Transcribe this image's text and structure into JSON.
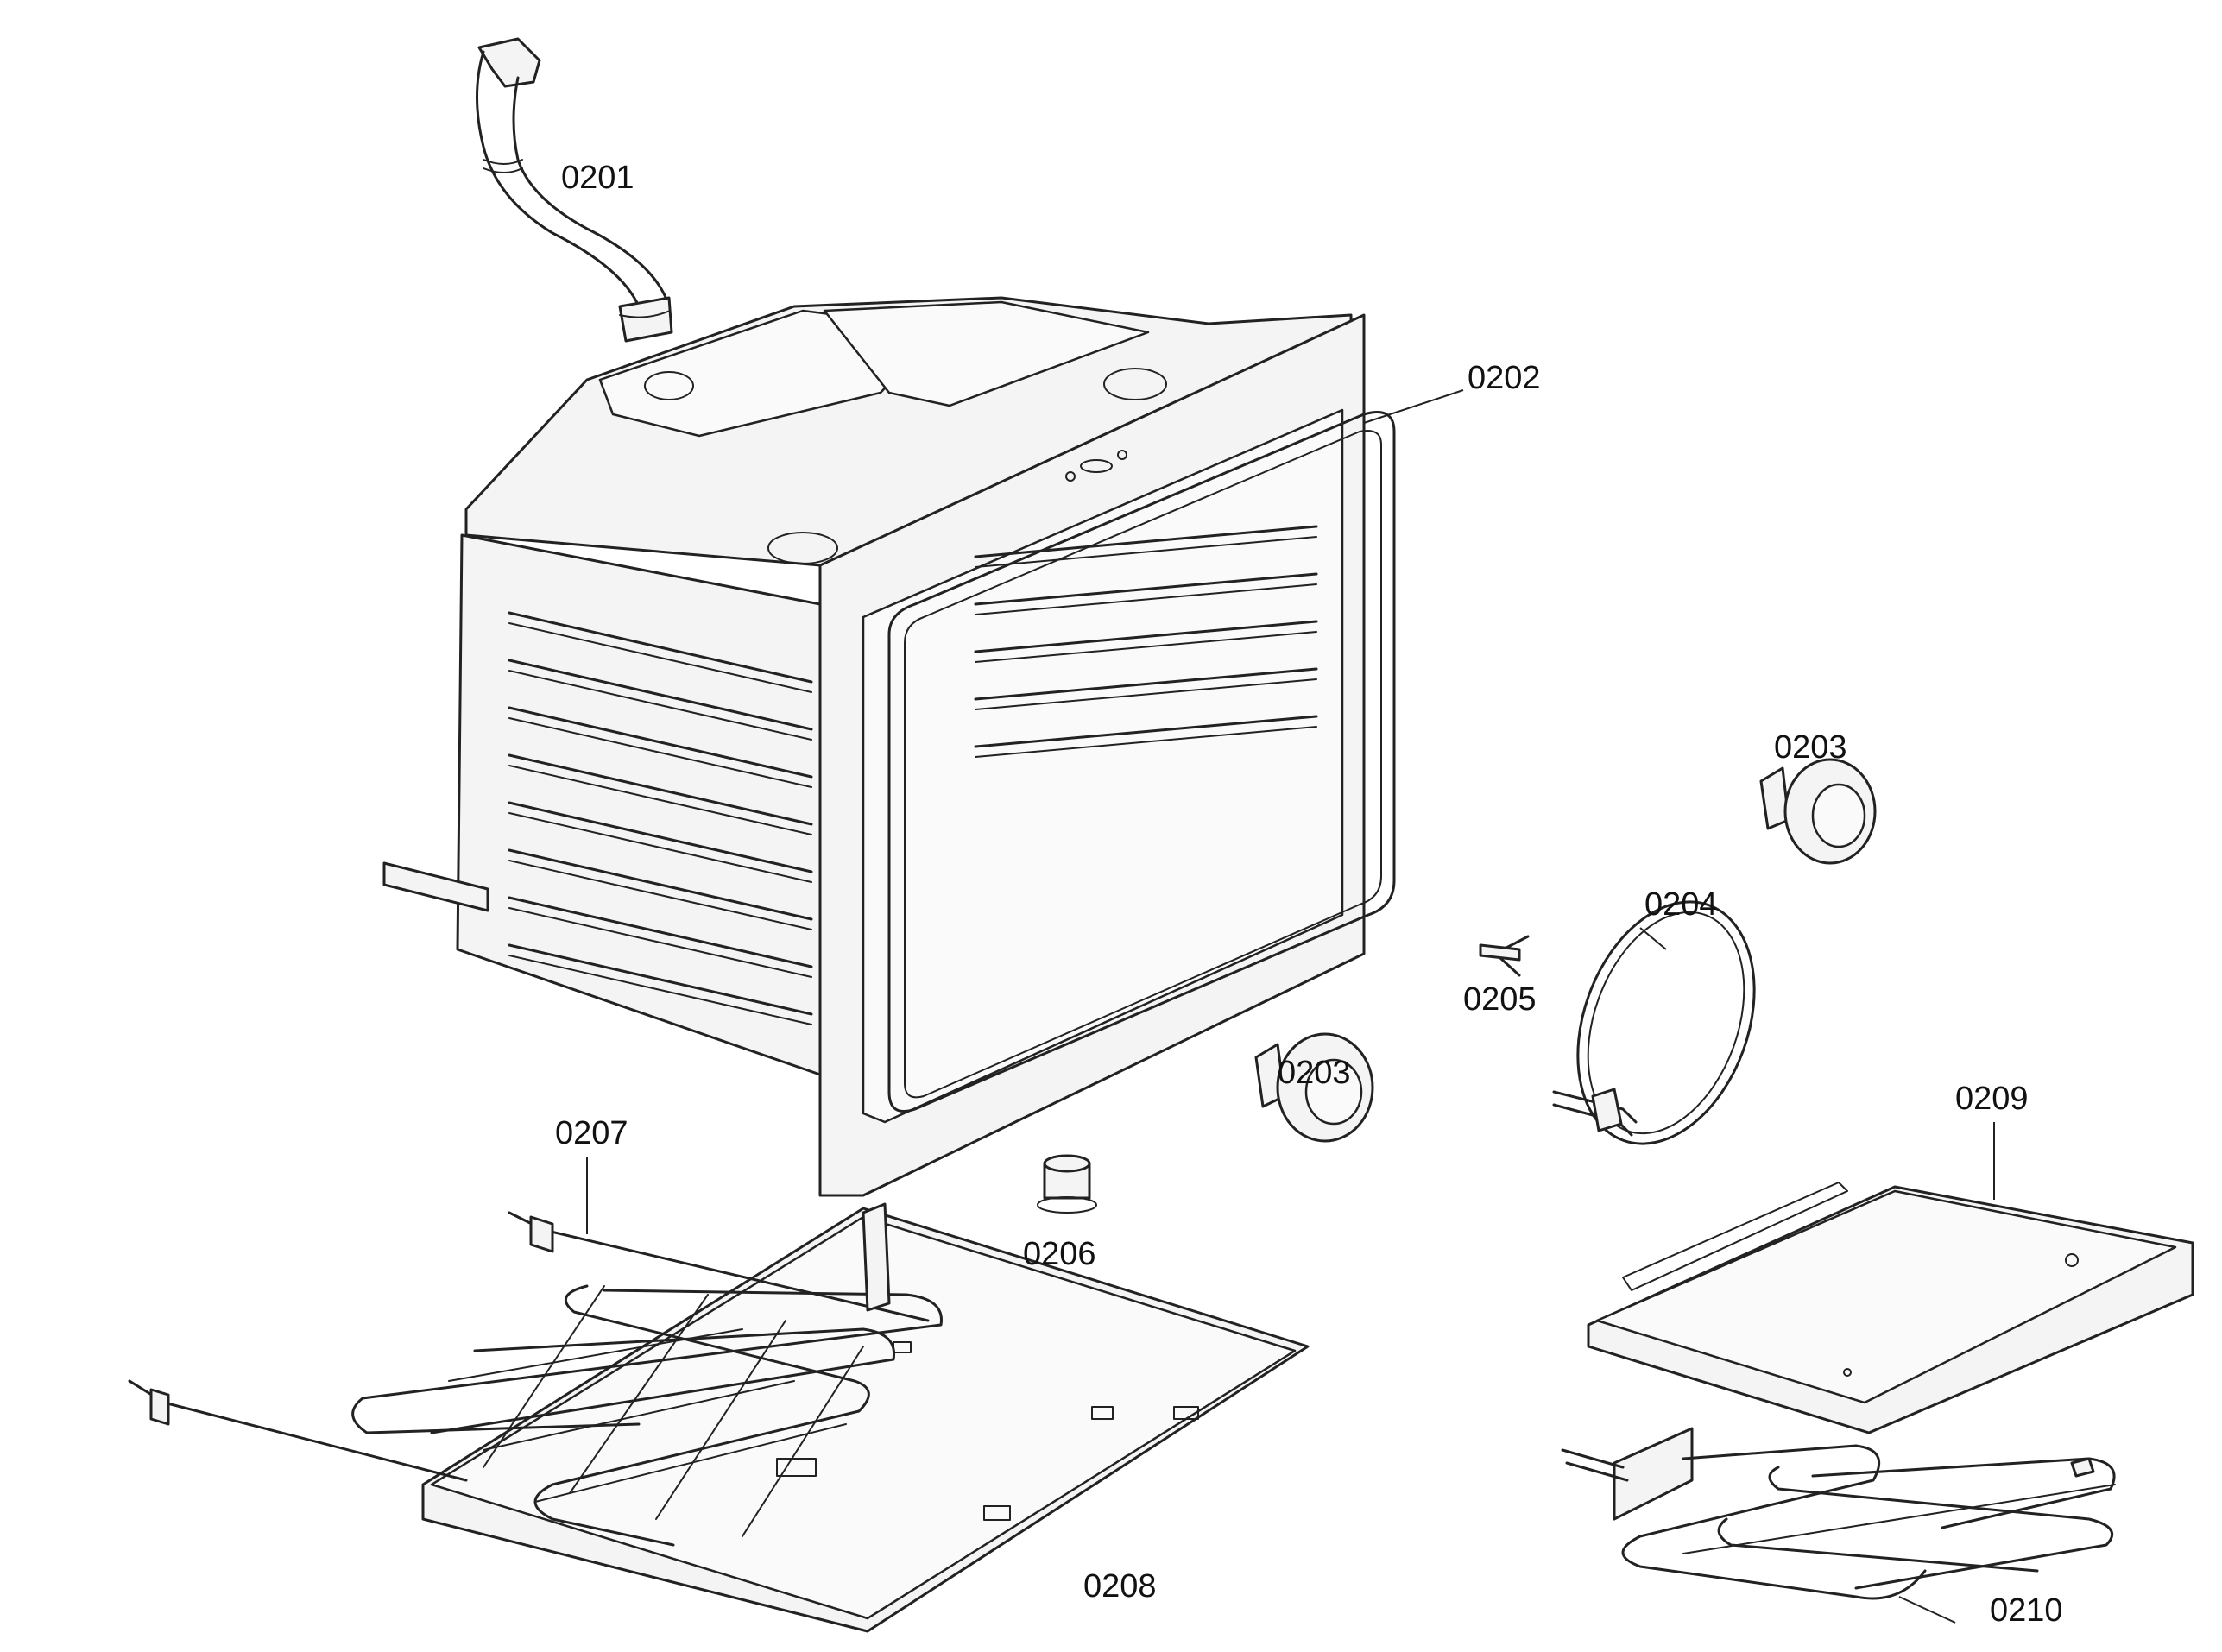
{
  "callouts": {
    "c0201": "0201",
    "c0202": "0202",
    "c0203a": "0203",
    "c0203b": "0203",
    "c0204": "0204",
    "c0205": "0205",
    "c0206": "0206",
    "c0207": "0207",
    "c0208": "0208",
    "c0209": "0209",
    "c0210": "0210"
  }
}
